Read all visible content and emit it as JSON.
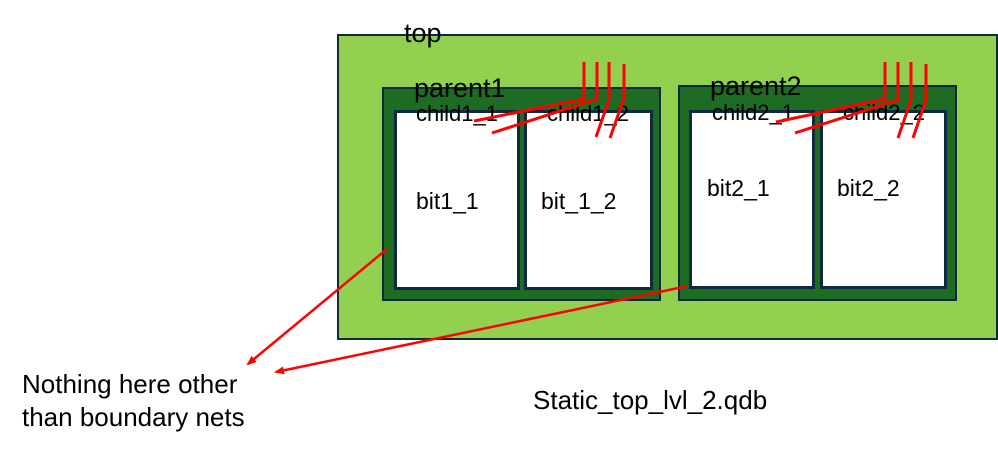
{
  "diagram": {
    "top": {
      "label": "top",
      "color": "#92d050"
    },
    "parents": [
      {
        "label": "parent1",
        "color": "#1e6b24",
        "children": [
          {
            "name": "child1_1",
            "bit": "bit1_1"
          },
          {
            "name": "child1_2",
            "bit": "bit_1_2"
          }
        ]
      },
      {
        "label": "parent2",
        "color": "#1e6b24",
        "children": [
          {
            "name": "child2_1",
            "bit": "bit2_1"
          },
          {
            "name": "child2_2",
            "bit": "bit2_2"
          }
        ]
      }
    ],
    "annotation": {
      "line1": "Nothing here other",
      "line2": "than boundary nets",
      "arrow_color": "#ff0000"
    },
    "filename": "Static_top_lvl_2.qdb",
    "net_color": "#ff0000",
    "border_color": "#0f2a3d"
  }
}
